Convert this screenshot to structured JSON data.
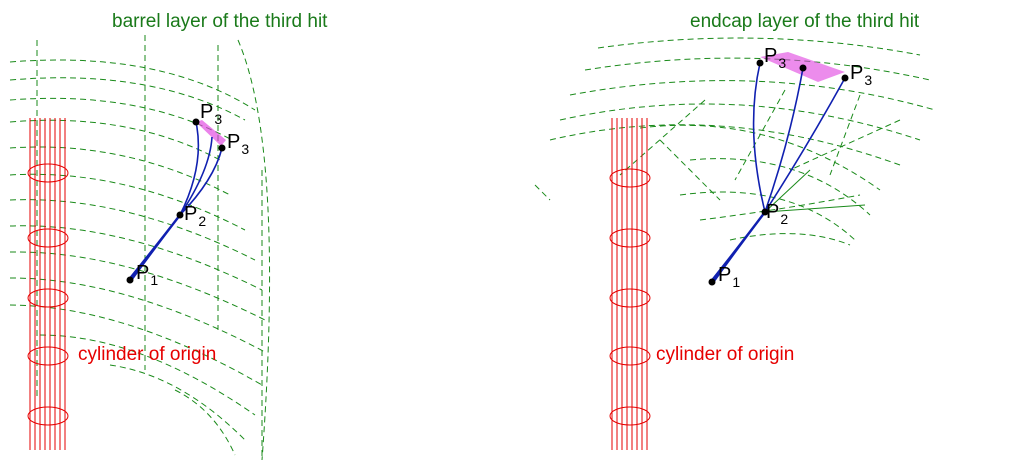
{
  "colors": {
    "detector_layers": "#1a8a1a",
    "origin_cylinder": "#e60000",
    "tracks": "#1020b0",
    "hit_window": "#e040e0",
    "points": "#000000",
    "title_text": "#1a7a1a",
    "origin_text": "#e60000"
  },
  "left_panel": {
    "title": "barrel layer of the third hit",
    "origin_label": "cylinder of origin",
    "points": [
      {
        "letter": "P",
        "index": "1"
      },
      {
        "letter": "P",
        "index": "2"
      },
      {
        "letter": "P",
        "index": "3"
      },
      {
        "letter": "P",
        "index": "3"
      }
    ]
  },
  "right_panel": {
    "title": "endcap layer of the third hit",
    "origin_label": "cylinder of origin",
    "points": [
      {
        "letter": "P",
        "index": "1"
      },
      {
        "letter": "P",
        "index": "2"
      },
      {
        "letter": "P",
        "index": "3"
      },
      {
        "letter": "P",
        "index": "3"
      }
    ]
  }
}
